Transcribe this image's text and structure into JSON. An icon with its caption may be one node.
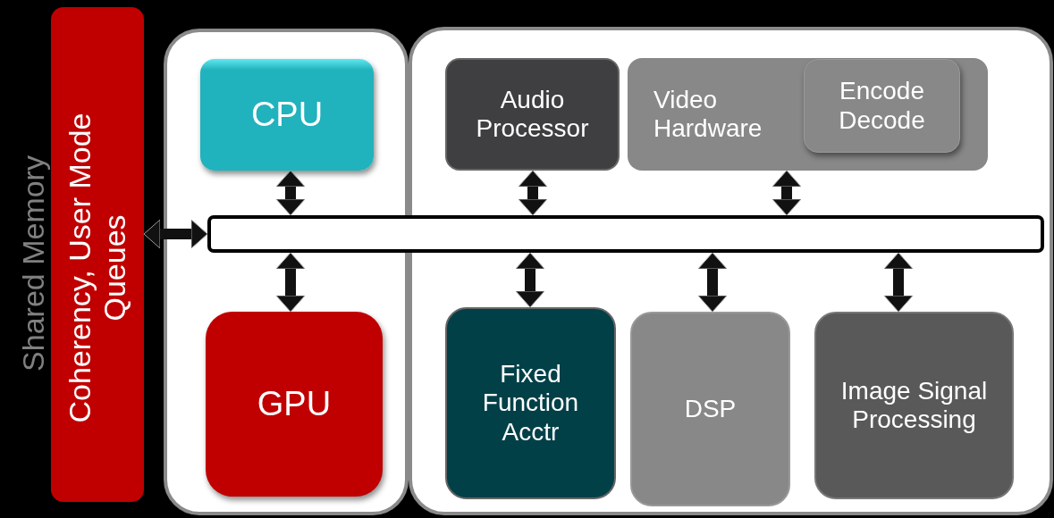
{
  "diagram": {
    "nodes": [
      {
        "text": [
          "Coherency, User Mode Queues"
        ],
        "beside": [
          "Shared Memory"
        ]
      },
      {
        "text": [],
        "shape": "box"
      },
      {
        "text": [
          "CPU"
        ],
        "in": 1
      },
      {
        "text": [
          "GPU"
        ],
        "in": 1
      },
      {
        "text": [],
        "shape": "box"
      },
      {
        "text": [
          "Audio Processor"
        ],
        "in": 4
      },
      {
        "text": [
          "Video Hardware"
        ],
        "in": 4
      },
      {
        "text": [
          "Encode Decode"
        ],
        "in": 6
      },
      {
        "text": [
          "Fixed Function Acctr"
        ],
        "in": 4
      },
      {
        "text": [
          "DSP"
        ],
        "in": 4
      },
      {
        "text": [
          "Image Signal Processing"
        ],
        "in": 4
      },
      {
        "text": [],
        "shape": "bar"
      }
    ],
    "edges": [
      {
        "from": 0,
        "to": 11,
        "arrow": "both"
      },
      {
        "from": 2,
        "to": 11,
        "arrow": "both"
      },
      {
        "from": 3,
        "to": 11,
        "arrow": "both"
      },
      {
        "from": 5,
        "to": 11,
        "arrow": "both"
      },
      {
        "from": 6,
        "to": 11,
        "arrow": "both"
      },
      {
        "from": 8,
        "to": 11,
        "arrow": "both"
      },
      {
        "from": 9,
        "to": 11,
        "arrow": "both"
      },
      {
        "from": 10,
        "to": 11,
        "arrow": "both"
      }
    ]
  }
}
